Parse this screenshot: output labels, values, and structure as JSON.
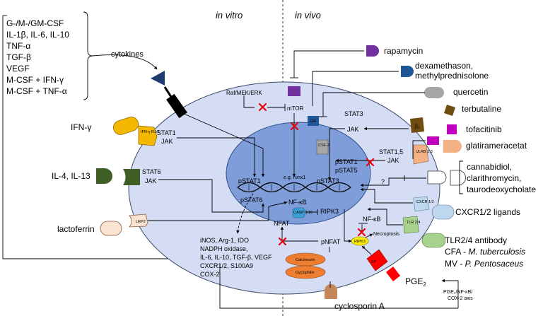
{
  "header": {
    "in_vitro": "in vitro",
    "in_vivo": "in vivo"
  },
  "cytokines": {
    "items": [
      "G-/M-/GM-CSF",
      "IL-1β, IL-6, IL-10",
      "TNF-α",
      "TGF-β",
      "VEGF",
      "M-CSF + IFN-γ",
      "M-CSF + TNF-α"
    ],
    "arrow_label": "cytokines"
  },
  "left_ligands": {
    "ifn": "IFN-γ",
    "il4": "IL-4, IL-13",
    "lactoferrin": "lactoferrin"
  },
  "receptors": {
    "ifngr": "IFN-γ R1/2",
    "lrp2": "LRP2",
    "b2": "β₂",
    "ulrb": "ULRB 2,3",
    "cxcr": "CXCR 1/2",
    "tlr": "TLR 2/4",
    "ep": "EP"
  },
  "intracellular": {
    "raf": "Raf/MEK/ERK",
    "mtor": "mTOR",
    "stat1": "STAT1",
    "jak1": "JAK",
    "stat6": "STAT6",
    "jak6": "JAK",
    "stat3": "STAT3",
    "jak3": "JAK",
    "stat15": "STAT1,5",
    "jak15": "JAK",
    "gr": "GR",
    "csf": "CSF-2",
    "pstat1_n": "pSTAT1",
    "pstat6_n": "pSTAT6",
    "pstat3_n": "pSTAT3",
    "pstat1_5_a": "pSTAT1",
    "pstat1_5_b": "pSTAT5",
    "nrunx": "e.g. runx1",
    "nfkb_n": "NF-κB",
    "ripk3_n": "RIPK3",
    "cas8": "CASP 8/10",
    "nfat": "NFAT",
    "pnfat": "pNFAT",
    "nfkb_c": "NF-κB",
    "necroptosis": "Necroptosis",
    "ripk3_c": "RIPK3",
    "calcineurin": "Calcineurin",
    "cyclophilin": "Cyclophilin",
    "question": "?"
  },
  "products": [
    "iNOS, Arg-1, IDO",
    "NADPH oxidase,",
    "IL-6, IL-10, TGF-β, VEGF",
    "CXCR1/2, S100A9",
    "COX-2"
  ],
  "right_drugs": {
    "rapamycin": "rapamycin",
    "dexa_1": "dexamethason,",
    "dexa_2": "methylprednisolone",
    "quercetin": "quercetin",
    "terbutaline": "terbutaline",
    "tofacitinib": "tofacitinib",
    "glatiramer": "glatirameracetat",
    "canna_1": "cannabidiol,",
    "canna_2": "clarithromycin,",
    "canna_3": "taurodeoxycholate",
    "cxcr_lig": "CXCR1/2 ligands",
    "tlr_1": "TLR2/4 antibody",
    "tlr_2a": "CFA - ",
    "tlr_2b": "M. tuberculosis",
    "tlr_3a": "MV - ",
    "tlr_3b": "P. Pentosaceus",
    "pge2": "PGE",
    "pge2_sub": "2",
    "axis_1": "PGE₂/NF-κB/",
    "axis_2": "COX-2 axis",
    "cyclosporin": "cyclosporin A"
  },
  "colors": {
    "cell": "#d4ddf3",
    "nucleus": "#7f9ed9",
    "ifn": "#f5b800",
    "il4": "#3f5f27",
    "lactoferrin": "#fae3d1",
    "rapamycin": "#7030a0",
    "dexa": "#1f5796",
    "quercetin": "#a6a6a6",
    "terbutaline": "#6e4d0e",
    "tofacitinib": "#c000c0",
    "glatiramer": "#f4b183",
    "cxcr": "#bdd7ee",
    "tlr": "#a9d18e",
    "pge2": "#ff0000",
    "cyclosporin": "#c5875a",
    "calcineurin": "#ed7d31",
    "inhibit_x": "#e8000b"
  }
}
